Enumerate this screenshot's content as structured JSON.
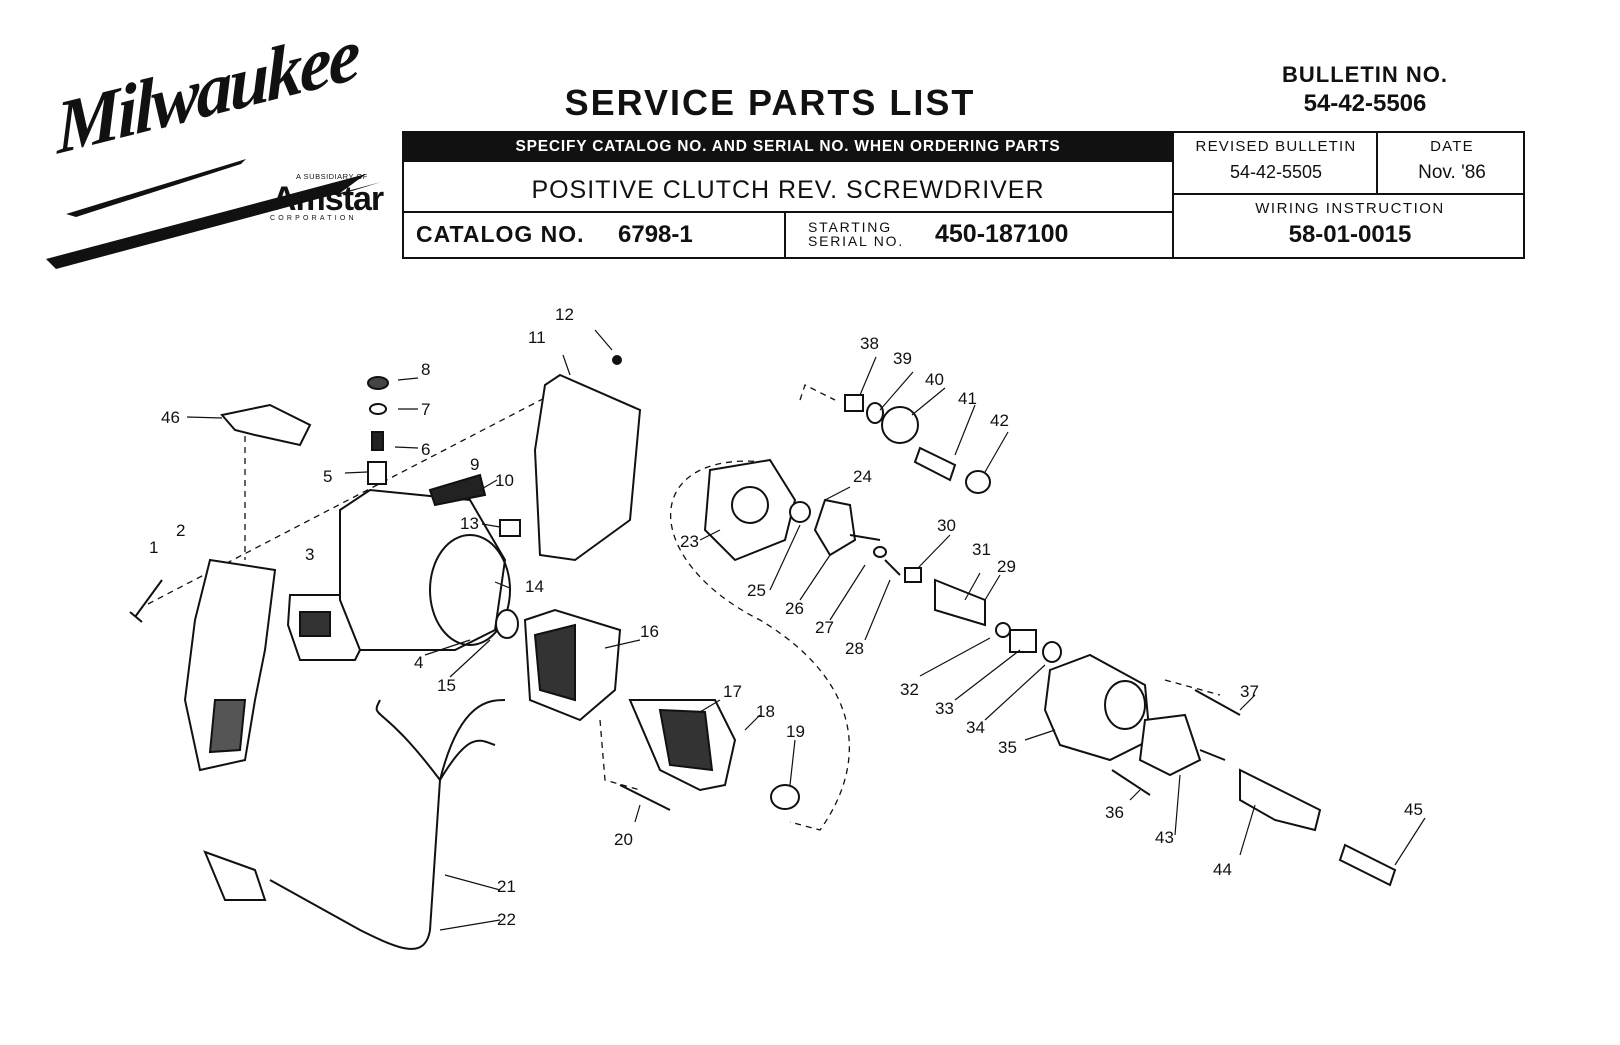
{
  "brand": {
    "logo_text": "Milwaukee",
    "subsidiary_of": "A SUBSIDIARY OF",
    "parent_name": "Amstar",
    "parent_suffix": "CORPORATION"
  },
  "header": {
    "title": "SERVICE PARTS LIST",
    "bulletin_label": "BULLETIN NO.",
    "bulletin_number": "54-42-5506"
  },
  "info": {
    "order_notice": "SPECIFY CATALOG NO. AND SERIAL NO. WHEN ORDERING PARTS",
    "product_name": "POSITIVE CLUTCH REV. SCREWDRIVER",
    "catalog_label": "CATALOG NO.",
    "catalog_number": "6798-1",
    "starting_label_1": "STARTING",
    "starting_label_2": "SERIAL NO.",
    "starting_serial": "450-187100",
    "revised_label": "REVISED BULLETIN",
    "revised_value": "54-42-5505",
    "date_label": "DATE",
    "date_value": "Nov. '86",
    "wiring_label": "WIRING INSTRUCTION",
    "wiring_value": "58-01-0015"
  },
  "parts": {
    "p1": "1",
    "p2": "2",
    "p3": "3",
    "p4": "4",
    "p5": "5",
    "p6": "6",
    "p7": "7",
    "p8": "8",
    "p9": "9",
    "p10": "10",
    "p11": "11",
    "p12": "12",
    "p13": "13",
    "p14": "14",
    "p15": "15",
    "p16": "16",
    "p17": "17",
    "p18": "18",
    "p19": "19",
    "p20": "20",
    "p21": "21",
    "p22": "22",
    "p23": "23",
    "p24": "24",
    "p25": "25",
    "p26": "26",
    "p27": "27",
    "p28": "28",
    "p29": "29",
    "p30": "30",
    "p31": "31",
    "p32": "32",
    "p33": "33",
    "p34": "34",
    "p35": "35",
    "p36": "36",
    "p37": "37",
    "p38": "38",
    "p39": "39",
    "p40": "40",
    "p41": "41",
    "p42": "42",
    "p43": "43",
    "p44": "44",
    "p45": "45",
    "p46": "46"
  }
}
